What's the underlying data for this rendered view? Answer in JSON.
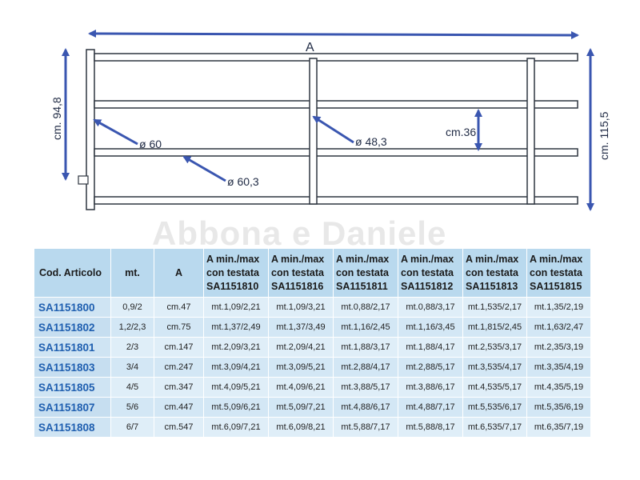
{
  "diagram": {
    "label_A": "A",
    "label_height_left": "cm. 94,8",
    "label_height_right": "cm. 115,5",
    "label_phi60": "ø 60",
    "label_phi483": "ø 48,3",
    "label_phi603": "ø 60,3",
    "label_spacing": "cm.36",
    "color_line": "#2f3640",
    "color_arrow": "#3a56b0"
  },
  "watermark": "Abbona e Daniele",
  "table": {
    "headers": [
      "Cod. Articolo",
      "mt.",
      "A",
      "A min./max con testata SA1151810",
      "A min./max con testata SA1151816",
      "A min./max con testata SA1151811",
      "A min./max con testata SA1151812",
      "A min./max con testata SA1151813",
      "A min./max con testata SA1151815"
    ],
    "rows": [
      [
        "SA1151800",
        "0,9/2",
        "cm.47",
        "mt.1,09/2,21",
        "mt.1,09/3,21",
        "mt.0,88/2,17",
        "mt.0,88/3,17",
        "mt.1,535/2,17",
        "mt.1,35/2,19"
      ],
      [
        "SA1151802",
        "1,2/2,3",
        "cm.75",
        "mt.1,37/2,49",
        "mt.1,37/3,49",
        "mt.1,16/2,45",
        "mt.1,16/3,45",
        "mt.1,815/2,45",
        "mt.1,63/2,47"
      ],
      [
        "SA1151801",
        "2/3",
        "cm.147",
        "mt.2,09/3,21",
        "mt.2,09/4,21",
        "mt.1,88/3,17",
        "mt.1,88/4,17",
        "mt.2,535/3,17",
        "mt.2,35/3,19"
      ],
      [
        "SA1151803",
        "3/4",
        "cm.247",
        "mt.3,09/4,21",
        "mt.3,09/5,21",
        "mt.2,88/4,17",
        "mt.2,88/5,17",
        "mt.3,535/4,17",
        "mt.3,35/4,19"
      ],
      [
        "SA1151805",
        "4/5",
        "cm.347",
        "mt.4,09/5,21",
        "mt.4,09/6,21",
        "mt.3,88/5,17",
        "mt.3,88/6,17",
        "mt.4,535/5,17",
        "mt.4,35/5,19"
      ],
      [
        "SA1151807",
        "5/6",
        "cm.447",
        "mt.5,09/6,21",
        "mt.5,09/7,21",
        "mt.4,88/6,17",
        "mt.4,88/7,17",
        "mt.5,535/6,17",
        "mt.5,35/6,19"
      ],
      [
        "SA1151808",
        "6/7",
        "cm.547",
        "mt.6,09/7,21",
        "mt.6,09/8,21",
        "mt.5,88/7,17",
        "mt.5,88/8,17",
        "mt.6,535/7,17",
        "mt.6,35/7,19"
      ]
    ]
  }
}
